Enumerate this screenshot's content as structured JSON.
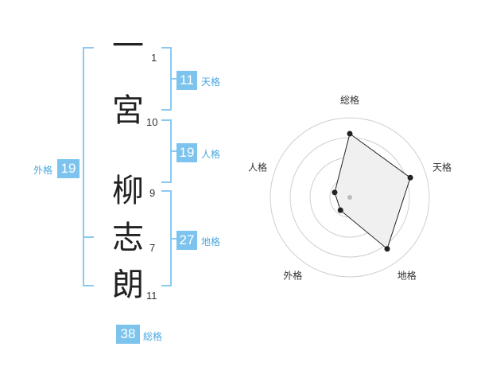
{
  "name": {
    "chars": [
      {
        "char": "一",
        "strokes": "1"
      },
      {
        "char": "宮",
        "strokes": "10"
      },
      {
        "char": "柳",
        "strokes": "9"
      },
      {
        "char": "志",
        "strokes": "7"
      },
      {
        "char": "朗",
        "strokes": "11"
      }
    ]
  },
  "scores": {
    "tenkaku": {
      "label": "天格",
      "value": "11"
    },
    "jinkaku": {
      "label": "人格",
      "value": "19"
    },
    "chikaku": {
      "label": "地格",
      "value": "27"
    },
    "gaikaku": {
      "label": "外格",
      "value": "19"
    },
    "soukaku": {
      "label": "総格",
      "value": "38"
    }
  },
  "colors": {
    "accent": "#7cc3ee",
    "bracket": "#8cc9f0",
    "label": "#4aa8e0"
  },
  "chart_data": {
    "type": "radar",
    "axes": [
      "総格",
      "天格",
      "地格",
      "外格",
      "人格"
    ],
    "values": [
      4,
      4,
      4,
      1,
      1
    ],
    "max": 5,
    "rings": 4,
    "fill": "#f0f0f0",
    "stroke": "#222222"
  }
}
